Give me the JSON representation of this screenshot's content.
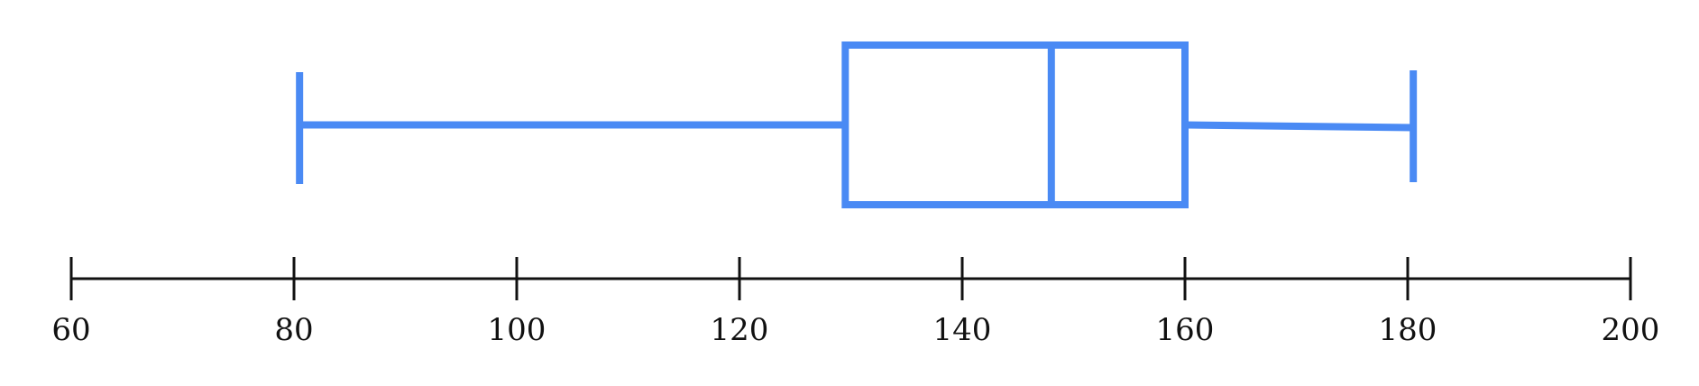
{
  "chart_data": {
    "type": "boxplot",
    "orientation": "horizontal",
    "title": "",
    "xlabel": "",
    "ylabel": "",
    "xlim": [
      60,
      200
    ],
    "ticks": [
      60,
      80,
      100,
      120,
      140,
      160,
      180,
      200
    ],
    "tick_labels": [
      "60",
      "80",
      "100",
      "120",
      "140",
      "160",
      "180",
      "200"
    ],
    "grid": false,
    "legend": "none",
    "box": {
      "min": 80.5,
      "q1": 129.5,
      "median": 148,
      "q3": 160,
      "max": 180.5
    },
    "colors": {
      "box": "#4a8af4",
      "axis": "#111111"
    }
  }
}
